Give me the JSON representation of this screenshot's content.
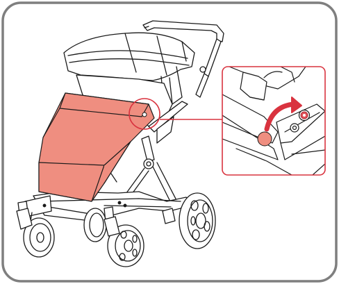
{
  "figure": {
    "icon_names": [
      "stroller-illustration",
      "footmuff-cover",
      "detail-callout",
      "attach-arrow-icon",
      "press-stud-icon",
      "stud-receptacle-icon"
    ],
    "colors": {
      "panel_border": "#7f7f7f",
      "panel_background": "#ffffff",
      "line_art": "#1a1a1a",
      "highlight": "#d9333f",
      "footmuff_fill": "#ef8e80",
      "stud_fill": "#ef8e80"
    }
  }
}
